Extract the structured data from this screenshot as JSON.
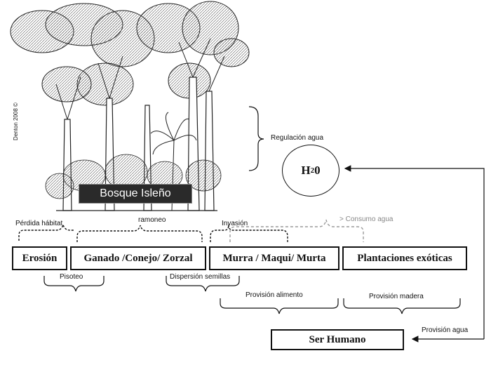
{
  "illustration": {
    "credit": "Denton 2008 ©",
    "forest_label": "Bosque Isleño"
  },
  "water": {
    "regulation_label": "Regulación agua",
    "symbol": "H",
    "subscript": "2",
    "symbol_tail": "0"
  },
  "labels": {
    "habitat_loss": "Pérdida hábitat",
    "browsing": "ramoneo",
    "invasion": "Invasión",
    "water_consumption": "Consumo agua",
    "trampling": "Pisoteo",
    "seed_dispersal": "Dispersión semillas",
    "food_provision": "Provisión alimento",
    "wood_provision": "Provisión madera",
    "water_provision": "Provisión  agua"
  },
  "boxes": {
    "erosion": "Erosión",
    "livestock": "Ganado /Conejo/ Zorzal",
    "shrubs": "Murra / Maqui/ Murta",
    "plantations": "Plantaciones exóticas",
    "human": "Ser Humano"
  }
}
